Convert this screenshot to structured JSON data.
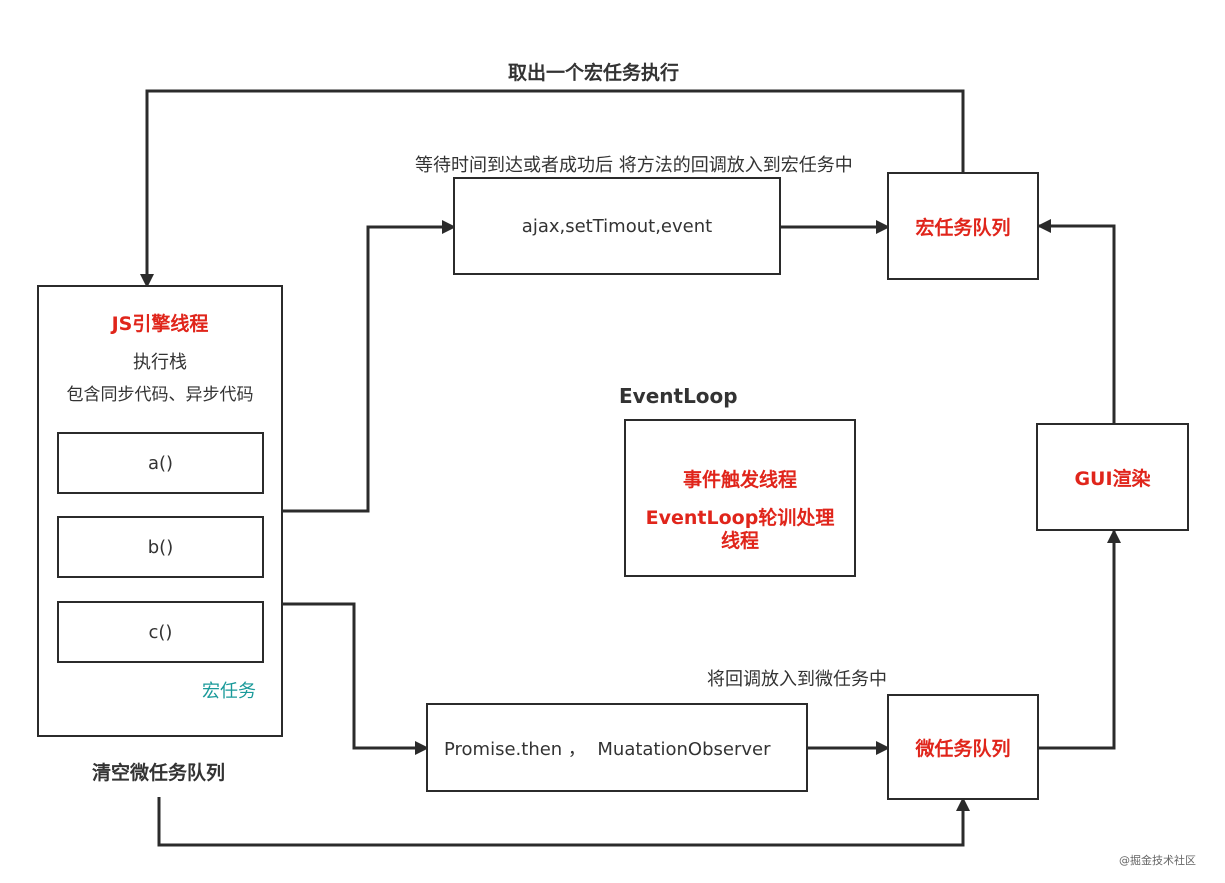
{
  "js_engine": {
    "title": "JS引擎线程",
    "subtitle1": "执行栈",
    "subtitle2": "包含同步代码、异步代码",
    "items": [
      "a()",
      "b()",
      "c()"
    ],
    "macro_label": "宏任务"
  },
  "async_sources": "ajax,setTimout,event",
  "micro_sources": "Promise.then ，  MuatationObserver",
  "macro_queue": "宏任务队列",
  "micro_queue": "微任务队列",
  "gui_render": "GUI渲染",
  "event_loop": {
    "heading": "EventLoop",
    "line1": "事件触发线程",
    "line2": "EventLoop轮训处理",
    "line3": "线程"
  },
  "annotations": {
    "take_macro": "取出一个宏任务执行",
    "wait_text": "等待时间到达或者成功后 将方法的回调放入到宏任务中",
    "micro_put": "将回调放入到微任务中",
    "clear_micro": "清空微任务队列"
  },
  "watermark": "@掘金技术社区",
  "colors": {
    "accent": "#e0251b",
    "teal": "#1a9a9a",
    "line": "#2b2b2b",
    "text": "#333333"
  }
}
